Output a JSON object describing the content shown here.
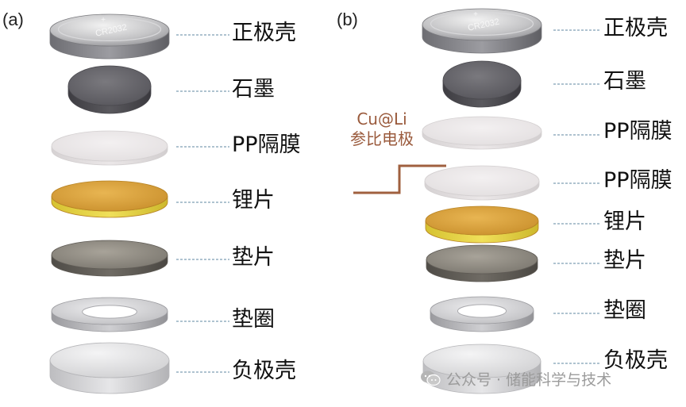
{
  "panels": [
    {
      "id": "a",
      "label": "(a)",
      "components": [
        {
          "label": "正极壳",
          "type": "cap",
          "engraving": "CR2032",
          "engraving_mark": "+"
        },
        {
          "label": "石墨",
          "type": "graphite"
        },
        {
          "label": "PP隔膜",
          "type": "separator"
        },
        {
          "label": "锂片",
          "type": "lithium"
        },
        {
          "label": "垫片",
          "type": "spacer"
        },
        {
          "label": "垫圈",
          "type": "washer"
        },
        {
          "label": "负极壳",
          "type": "base"
        }
      ]
    },
    {
      "id": "b",
      "label": "(b)",
      "components": [
        {
          "label": "正极壳",
          "type": "cap",
          "engraving": "CR2032",
          "engraving_mark": "+"
        },
        {
          "label": "石墨",
          "type": "graphite"
        },
        {
          "label": "PP隔膜",
          "type": "separator"
        },
        {
          "label": "PP隔膜",
          "type": "separator"
        },
        {
          "label": "锂片",
          "type": "lithium"
        },
        {
          "label": "垫片",
          "type": "spacer"
        },
        {
          "label": "垫圈",
          "type": "washer"
        },
        {
          "label": "负极壳",
          "type": "base"
        }
      ],
      "reference_electrode": {
        "line1": "Cu@Li",
        "line2": "参比电极"
      }
    }
  ],
  "watermark": {
    "text": "公众号 · 储能科学与技术"
  },
  "colors": {
    "leader_line": "#7f9fb3",
    "reference_wire": "#a0603f",
    "reference_text": "#9a5a3c",
    "lithium_top": "#e0ac45",
    "lithium_edge": "#d8c23a",
    "graphite": "#6b6a6f",
    "separator": "#ece9ea",
    "steel": "#c7c7c9",
    "spacer": "#8f8a82"
  }
}
